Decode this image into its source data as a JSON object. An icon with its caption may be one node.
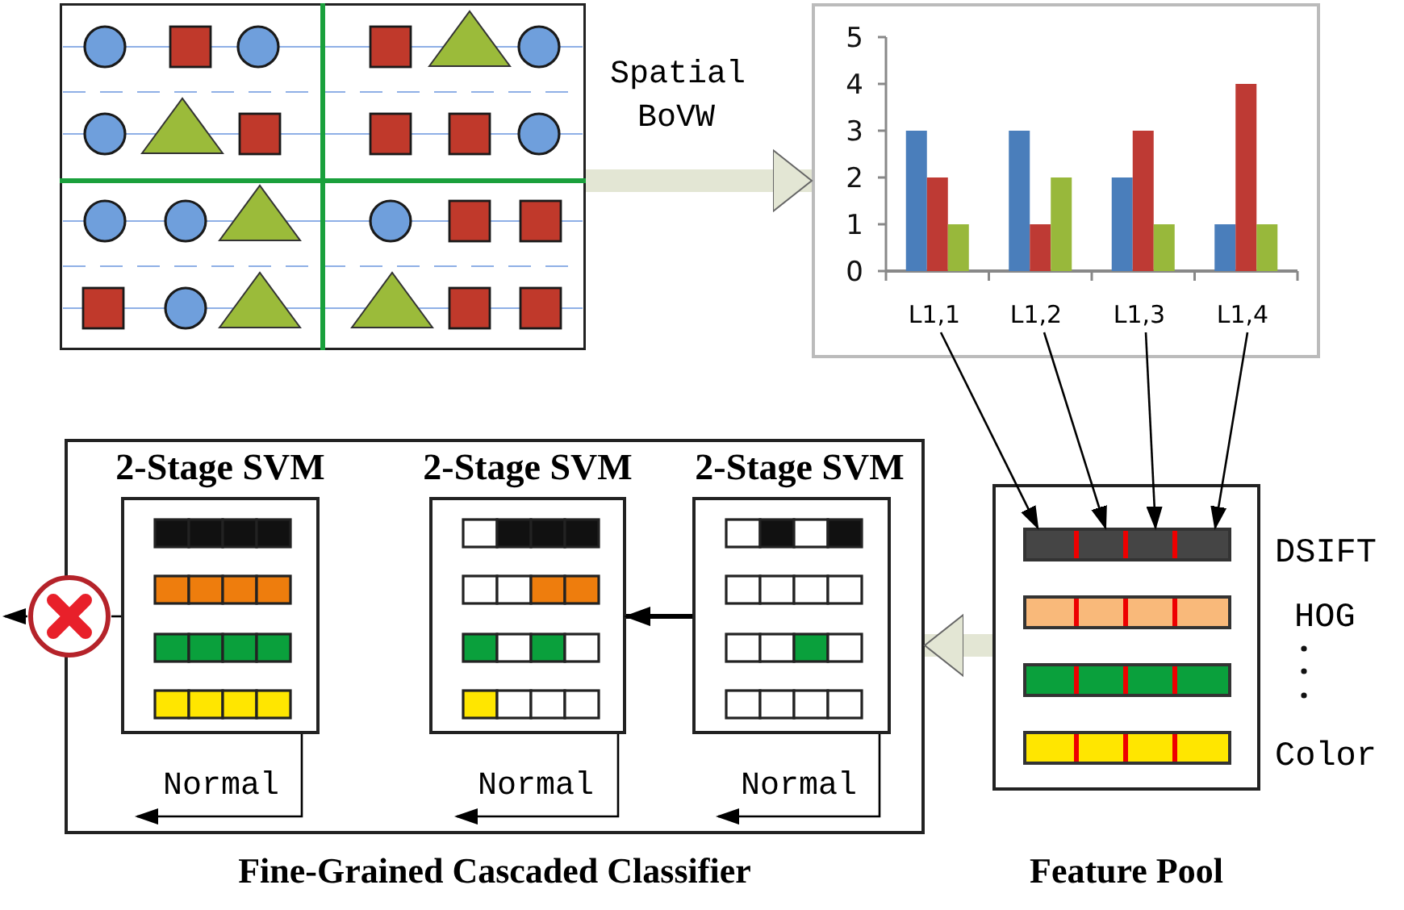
{
  "diagram": {
    "nodes": [
      {
        "text": [],
        "shape": "picture"
      },
      {
        "text": [],
        "shape": "box"
      },
      {
        "text": [
          "L1,1"
        ],
        "in": 1
      },
      {
        "text": [
          "L1,2"
        ],
        "in": 1
      },
      {
        "text": [
          "L1,3"
        ],
        "in": 1
      },
      {
        "text": [
          "L1,4"
        ],
        "in": 1
      },
      {
        "text": [
          "Fine-Grained Cascaded Classifier"
        ]
      },
      {
        "text": [
          "2-Stage SVM"
        ],
        "in": 6
      },
      {
        "text": [
          "2-Stage SVM"
        ],
        "in": 6
      },
      {
        "text": [
          "2-Stage SVM"
        ],
        "in": 6
      },
      {
        "text": [],
        "shape": "circle"
      },
      {
        "text": [
          "Feature Pool"
        ]
      },
      {
        "text": [],
        "shape": "bar",
        "in": 11,
        "beside": [
          "DSIFT"
        ]
      },
      {
        "text": [],
        "shape": "bar",
        "in": 11,
        "beside": [
          "HOG"
        ]
      },
      {
        "text": [],
        "shape": "bar",
        "in": 11
      },
      {
        "text": [],
        "shape": "bar",
        "in": 11,
        "beside": [
          "Color"
        ]
      }
    ],
    "edges": [
      {
        "from": 0,
        "to": 1,
        "arrow": "to",
        "label": "Spatial BoVW",
        "style": "thick",
        "color": "#e3e6d4"
      },
      {
        "from": 2,
        "to": 12,
        "arrow": "to"
      },
      {
        "from": 3,
        "to": 12,
        "arrow": "to"
      },
      {
        "from": 4,
        "to": 12,
        "arrow": "to"
      },
      {
        "from": 5,
        "to": 12,
        "arrow": "to"
      },
      {
        "from": 11,
        "to": 6,
        "arrow": "to",
        "style": "thick",
        "color": "#e3e6d4"
      },
      {
        "from": 9,
        "to": 8,
        "arrow": "to",
        "style": "thick"
      },
      {
        "from": 7,
        "to": 10,
        "arrow": "none"
      },
      {
        "from": 10,
        "to": null,
        "arrow": "to"
      },
      {
        "from": 7,
        "to": null,
        "arrow": "to",
        "label": "Normal"
      },
      {
        "from": 8,
        "to": null,
        "arrow": "to",
        "label": "Normal"
      },
      {
        "from": 9,
        "to": null,
        "arrow": "to",
        "label": "Normal"
      }
    ],
    "chart_data": {
      "type": "bar",
      "series": [
        {
          "color": "#4a7ebb",
          "values": [
            3,
            3,
            2,
            1
          ]
        },
        {
          "color": "#be3a34",
          "values": [
            2,
            1,
            3,
            4
          ]
        },
        {
          "color": "#98b83b",
          "values": [
            1,
            2,
            1,
            1
          ]
        }
      ],
      "ylim": [
        0,
        5
      ],
      "yticks": [
        0,
        1,
        2,
        3,
        4,
        5
      ]
    }
  }
}
